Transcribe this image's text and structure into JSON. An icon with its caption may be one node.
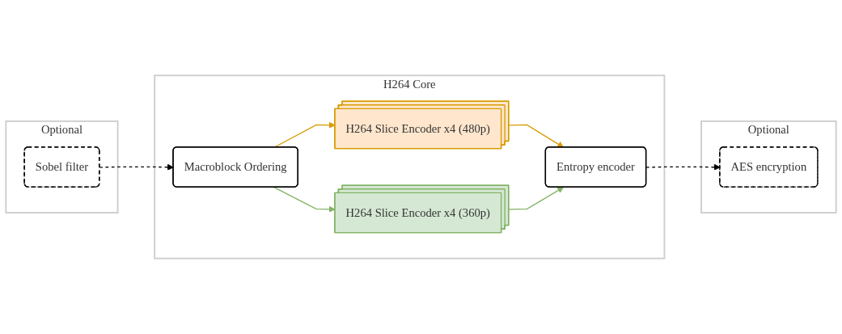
{
  "diagram": {
    "nodes": [
      {
        "text": [
          "Optional"
        ]
      },
      {
        "text": [
          "Sobel filter"
        ],
        "in": 0
      },
      {
        "text": [
          "H264 Core"
        ]
      },
      {
        "text": [
          "Macroblock Ordering"
        ],
        "in": 2
      },
      {
        "text": [
          "H264 Slice Encoder x4 (480p)"
        ],
        "in": 2
      },
      {
        "text": [
          "H264 Slice Encoder x4 (360p)"
        ],
        "in": 2
      },
      {
        "text": [
          "Entropy encoder"
        ],
        "in": 2
      },
      {
        "text": [
          "Optional"
        ]
      },
      {
        "text": [
          "AES encryption"
        ],
        "in": 7
      }
    ],
    "edges": [
      {
        "from": 1,
        "to": 3,
        "arrow": "to",
        "style": "dashed"
      },
      {
        "from": 3,
        "to": 4,
        "arrow": "to",
        "color": "#d79b00"
      },
      {
        "from": 3,
        "to": 5,
        "arrow": "to",
        "color": "#82b366"
      },
      {
        "from": 4,
        "to": 6,
        "arrow": "to",
        "color": "#d79b00"
      },
      {
        "from": 5,
        "to": 6,
        "arrow": "to",
        "color": "#82b366"
      },
      {
        "from": 6,
        "to": 8,
        "arrow": "to",
        "style": "dashed"
      }
    ]
  }
}
